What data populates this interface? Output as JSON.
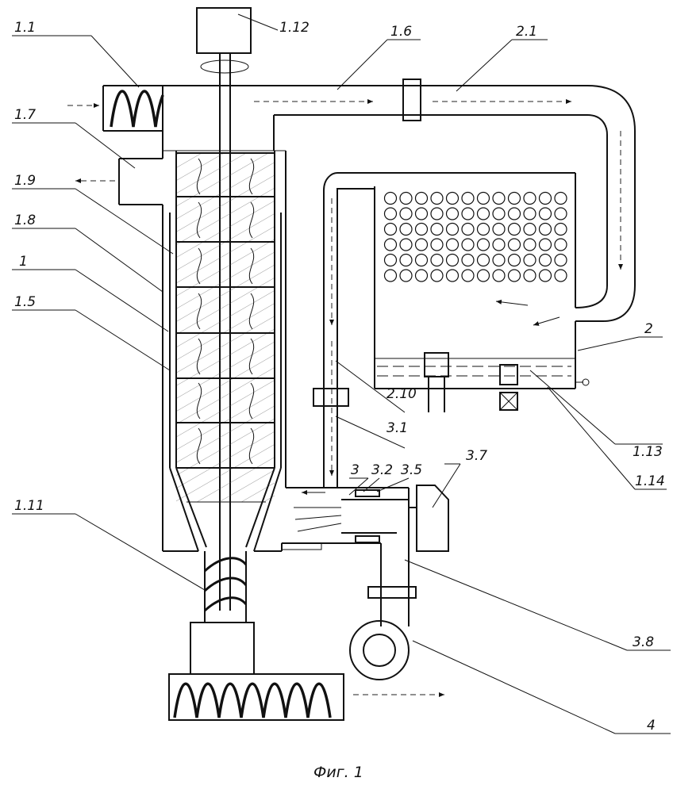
{
  "caption": "Фиг. 1",
  "labels": [
    {
      "id": "1.1",
      "text": "1.1"
    },
    {
      "id": "1.7",
      "text": "1.7"
    },
    {
      "id": "1.9",
      "text": "1.9"
    },
    {
      "id": "1.8",
      "text": "1.8"
    },
    {
      "id": "1",
      "text": "1"
    },
    {
      "id": "1.5",
      "text": "1.5"
    },
    {
      "id": "1.11",
      "text": "1.11"
    },
    {
      "id": "1.12",
      "text": "1.12"
    },
    {
      "id": "1.6",
      "text": "1.6"
    },
    {
      "id": "2.1",
      "text": "2.1"
    },
    {
      "id": "2",
      "text": "2"
    },
    {
      "id": "1.13",
      "text": "1.13"
    },
    {
      "id": "1.14",
      "text": "1.14"
    },
    {
      "id": "2.10",
      "text": "2.10"
    },
    {
      "id": "3.1",
      "text": "3.1"
    },
    {
      "id": "3",
      "text": "3"
    },
    {
      "id": "3.2",
      "text": "3.2"
    },
    {
      "id": "3.5",
      "text": "3.5"
    },
    {
      "id": "3.7",
      "text": "3.7"
    },
    {
      "id": "3.8",
      "text": "3.8"
    },
    {
      "id": "4",
      "text": "4"
    }
  ]
}
